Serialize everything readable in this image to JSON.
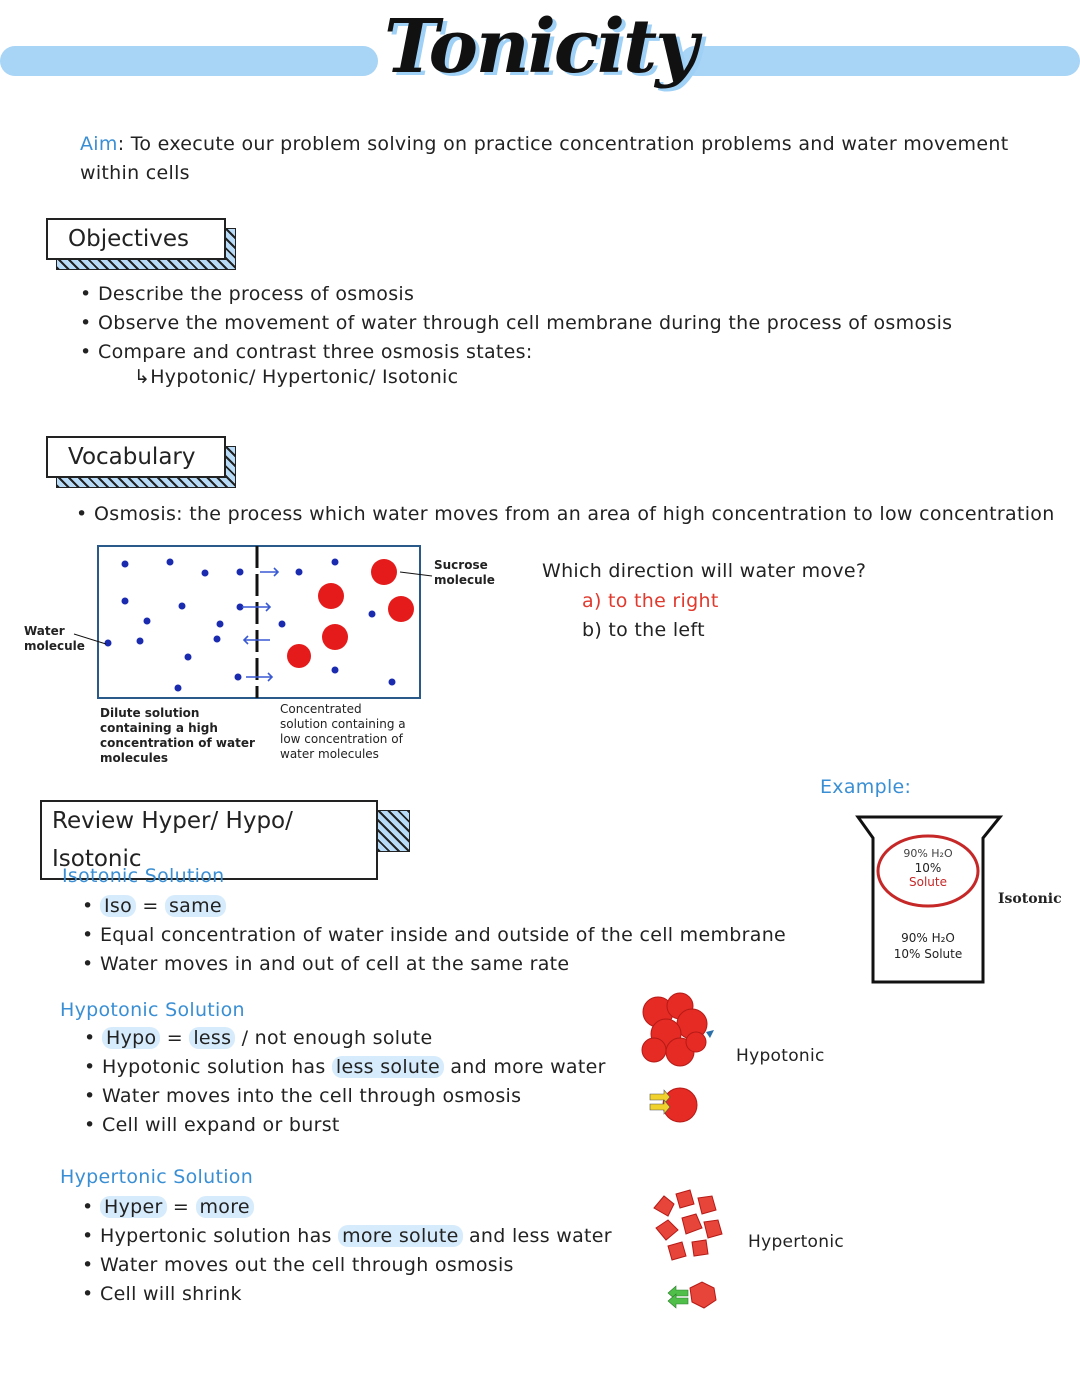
{
  "title": "Tonicity",
  "aim": {
    "label": "Aim",
    "text": ": To execute our problem solving on practice concentration problems and water movement",
    "text2": "within cells"
  },
  "objectives": {
    "header": "Objectives",
    "items": [
      "Describe the process of osmosis",
      "Observe the movement of water through cell membrane during the process of osmosis",
      "Compare and contrast three osmosis states:"
    ],
    "sub": "↳Hypotonic/ Hypertonic/ Isotonic"
  },
  "vocabulary": {
    "header": "Vocabulary",
    "osmosis": "Osmosis: the process which water moves from an area of high concentration to low concentration"
  },
  "diagram": {
    "water_label": "Water molecule",
    "sucrose_label": "Sucrose molecule",
    "left_caption": "Dilute solution containing a high concentration of water molecules",
    "right_caption": "Concentrated solution containing a low concentration of water molecules"
  },
  "question": {
    "text": "Which direction will water move?",
    "a": "a) to the right",
    "b": "b) to the left"
  },
  "review": {
    "header": "Review Hyper/ Hypo/ Isotonic"
  },
  "example": {
    "label": "Example:",
    "inner_water": "90% H₂O",
    "inner_pct": "10%",
    "inner_solute": "Solute",
    "outer_water": "90% H₂O",
    "outer_solute": "10% Solute",
    "state": "Isotonic"
  },
  "isotonic": {
    "heading": "Isotonic Solution",
    "term": "Iso",
    "eq": " = ",
    "meaning": "same",
    "items": [
      "Equal concentration of water inside and outside of the cell membrane",
      "Water moves in and out of cell at the same rate"
    ]
  },
  "hypotonic": {
    "heading": "Hypotonic Solution",
    "term": "Hypo",
    "eq": " = ",
    "meaning": "less",
    "meaning_rest": " / not enough solute",
    "item2_a": "Hypotonic solution has ",
    "item2_hl": "less solute",
    "item2_b": " and more water",
    "items": [
      "Water moves into the cell through osmosis",
      "Cell will expand or burst"
    ],
    "image_label": "Hypotonic"
  },
  "hypertonic": {
    "heading": "Hypertonic Solution",
    "term": "Hyper",
    "eq": " = ",
    "meaning": "more",
    "item2_a": "Hypertonic solution has ",
    "item2_hl": "more solute",
    "item2_b": " and less water",
    "items": [
      "Water moves out the cell through osmosis",
      "Cell will shrink"
    ],
    "image_label": "Hypertonic"
  },
  "colors": {
    "accent": "#3a8fd4",
    "bar": "#a8d4f6",
    "red": "#e03a2e"
  }
}
